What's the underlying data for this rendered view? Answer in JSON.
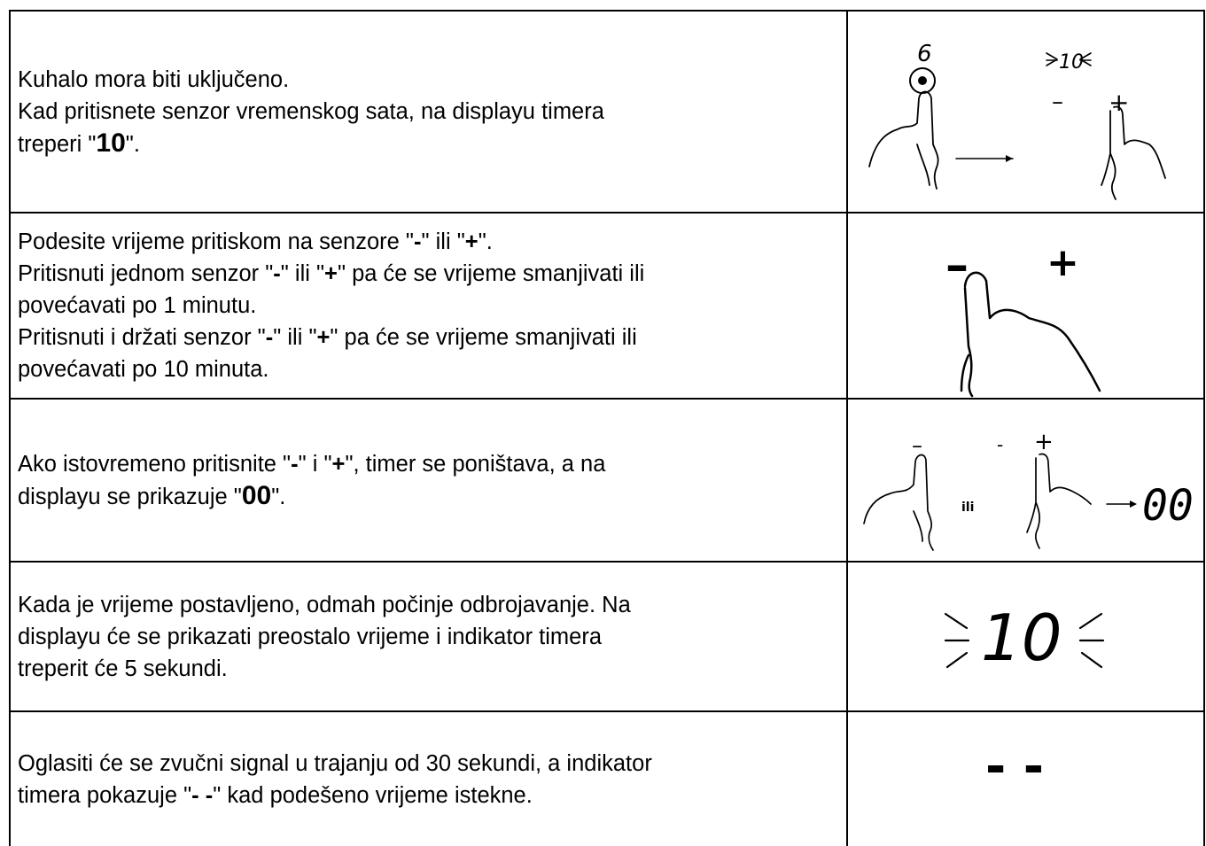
{
  "rows": [
    {
      "lines": [
        {
          "text": "Kuhalo mora biti uključeno."
        },
        {
          "text": "Kad pritisnete senzor vremenskog sata, na displayu timera"
        },
        {
          "pre": "treperi \"",
          "bold": "10",
          "post": "\"."
        }
      ],
      "figure": {
        "left_digit": "6",
        "right_display": "10",
        "minus": "–",
        "plus": "+"
      }
    },
    {
      "lines": [
        {
          "pre": "Podesite vrijeme pritiskom na senzore  \"",
          "bold": "-",
          "mid": "\" ili \"",
          "bold2": "+",
          "post": "\"."
        },
        {
          "pre": "Pritisnuti jednom senzor \"",
          "bold": "-",
          "mid": "\" ili \"",
          "bold2": "+",
          "post": "\" pa će se vrijeme smanjivati ili"
        },
        {
          "text": "povećavati po 1 minutu."
        },
        {
          "pre": "Pritisnuti i držati senzor  \"",
          "bold": "-",
          "mid": "\" ili \"",
          "bold2": "+",
          "post": "\" pa će se vrijeme smanjivati ili"
        },
        {
          "text": "povećavati po 10 minuta."
        }
      ],
      "figure": {
        "minus": "–",
        "plus": "+"
      }
    },
    {
      "lines": [
        {
          "pre": "Ako istovremeno pritisnite \"",
          "bold": "-",
          "mid": "\" i \"",
          "bold2": "+",
          "post": "\", timer se poništava, a na"
        },
        {
          "pre": "displayu se prikazuje \"",
          "bold": "00",
          "post": "\"."
        }
      ],
      "figure": {
        "minus_left": "–",
        "minus_small": "-",
        "plus": "+",
        "or_label": "ili",
        "result_display": "00"
      }
    },
    {
      "lines": [
        {
          "text": "Kada je vrijeme postavljeno, odmah počinje odbrojavanje. Na"
        },
        {
          "text": "displayu će se prikazati preostalo vrijeme i indikator timera"
        },
        {
          "text": "treperit će 5 sekundi."
        }
      ],
      "figure": {
        "display": "10"
      }
    },
    {
      "lines": [
        {
          "text": "Oglasiti će se zvučni signal u trajanju od 30 sekundi, a indikator"
        },
        {
          "pre": "timera pokazuje \"",
          "bold": "- -",
          "post": "\" kad podešeno vrijeme istekne."
        }
      ],
      "figure": {
        "display": "- -"
      }
    }
  ]
}
